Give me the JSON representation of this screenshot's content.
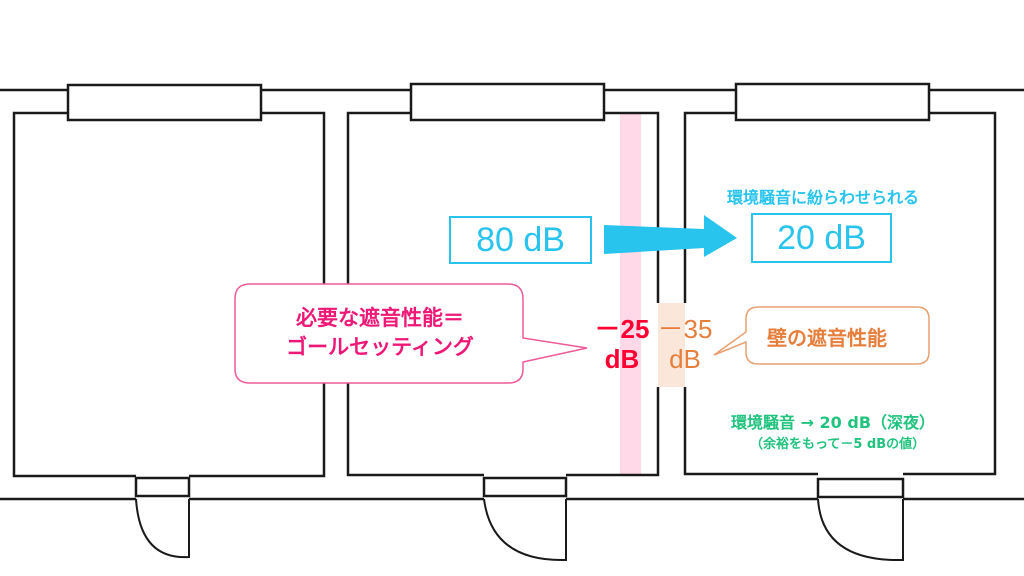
{
  "colors": {
    "cyan": "#29c4ee",
    "pink_text": "#ee1877",
    "pink_band": "#ffd9e8",
    "red": "#ff0033",
    "orange": "#e67e3c",
    "orange_band": "#fbe6da",
    "green": "#22c37f",
    "wall": "#1a1a1a"
  },
  "source_level": {
    "value": 80,
    "unit": "dB",
    "label": "80 dB"
  },
  "target_level": {
    "value": 20,
    "unit": "dB",
    "label": "20 dB"
  },
  "target_note": "環境騒音に紛らわせられる",
  "required_attenuation": {
    "line1": "－25",
    "line2": "dB"
  },
  "wall_attenuation": {
    "line1": "－35",
    "line2": "dB"
  },
  "callout_goal": {
    "line1": "必要な遮音性能＝",
    "line2": "ゴールセッティング"
  },
  "callout_wall": "壁の遮音性能",
  "ambient_note": {
    "line1": "環境騒音 → 20 dB（深夜）",
    "line2": "（余裕をもって－5 dBの値）"
  },
  "rooms": [
    "room-1",
    "room-2",
    "room-3"
  ]
}
